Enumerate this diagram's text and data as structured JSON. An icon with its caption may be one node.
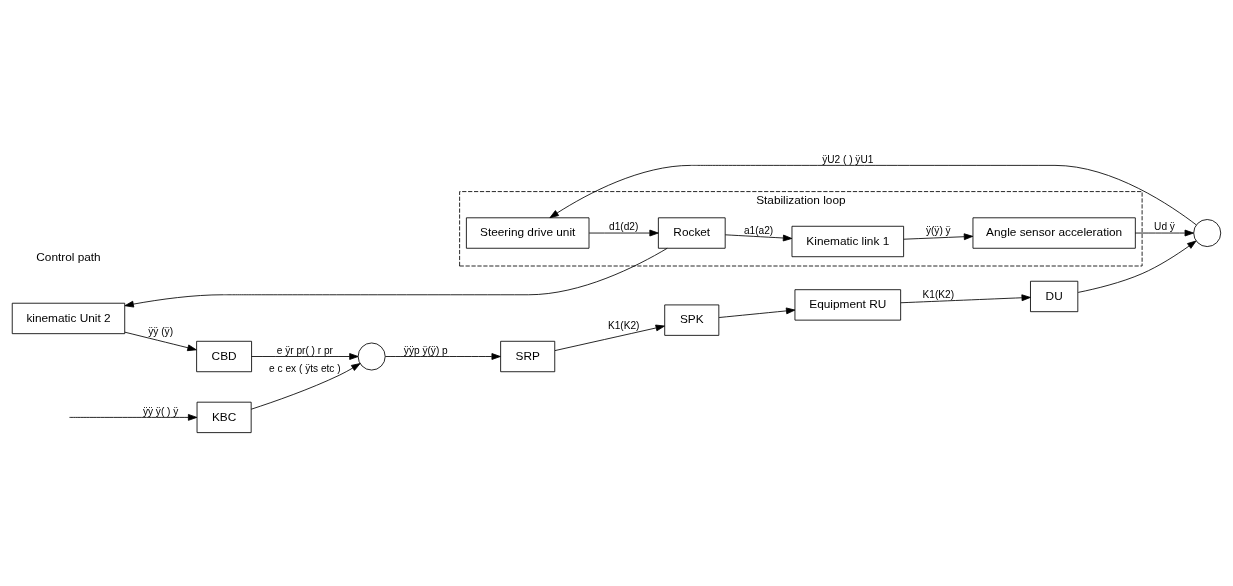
{
  "diagram": {
    "nodes": [
      {
        "text": [
          "Stabilization loop"
        ]
      },
      {
        "text": [
          "DU"
        ]
      },
      {
        "text": [],
        "shape": "circle"
      },
      {
        "text": [
          "Steering drive unit"
        ],
        "in": 0
      },
      {
        "text": [
          "Rocket"
        ],
        "in": 0
      },
      {
        "text": [
          "Kinematic link 1"
        ],
        "in": 0
      },
      {
        "text": [
          "Angle sensor acceleration"
        ],
        "in": 0
      },
      {
        "text": [
          "Equipment RU"
        ]
      },
      {
        "text": [
          "SPK"
        ]
      },
      {
        "text": [
          "SRP"
        ]
      },
      {
        "text": [],
        "shape": "circle"
      },
      {
        "text": [
          "KBC"
        ]
      },
      {
        "text": [
          "CBD"
        ]
      },
      {
        "text": [
          "kinematic Unit 2"
        ]
      }
    ],
    "edges": [
      {
        "from": 1,
        "to": 2,
        "arrow": "to"
      },
      {
        "from": 2,
        "to": 3,
        "arrow": "to",
        "label": "ÿU2 ( ) ÿU1"
      },
      {
        "from": 3,
        "to": 4,
        "arrow": "to",
        "label": "d1(d2)"
      },
      {
        "from": 4,
        "to": 5,
        "arrow": "to",
        "label": "a1(a2)"
      },
      {
        "from": 4,
        "to": 13,
        "arrow": "to"
      },
      {
        "from": 5,
        "to": 6,
        "arrow": "to",
        "label": "ÿ(ÿ) ÿ"
      },
      {
        "from": 6,
        "to": 2,
        "arrow": "to",
        "label": "Ud ÿ"
      },
      {
        "from": 7,
        "to": 1,
        "arrow": "to",
        "label": "K1(K2)"
      },
      {
        "from": 8,
        "to": 7,
        "arrow": "to"
      },
      {
        "from": 9,
        "to": 8,
        "arrow": "to",
        "label": "K1(K2)"
      },
      {
        "from": null,
        "to": 11,
        "arrow": "to",
        "label": "ÿÿ ÿ( ) ÿ"
      },
      {
        "from": 11,
        "to": 10,
        "arrow": "to",
        "label": "e c ex ( ÿts etc )"
      },
      {
        "from": 13,
        "to": 12,
        "arrow": "to",
        "label": "ÿÿ (ÿ)"
      },
      {
        "from": 12,
        "to": 10,
        "arrow": "to",
        "label": "e ÿr pr( ) r pr"
      },
      {
        "from": 10,
        "to": 9,
        "arrow": "to",
        "label": "ÿÿp ÿ(ÿ) p"
      }
    ],
    "labels": [
      "Control path"
    ]
  }
}
